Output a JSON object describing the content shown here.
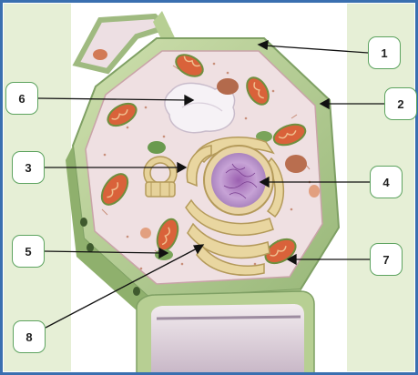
{
  "diagram": {
    "labels": [
      "1",
      "2",
      "3",
      "4",
      "5",
      "6",
      "7",
      "8"
    ]
  },
  "colors": {
    "border": "#3a6fb0",
    "side_panel": "#e6efd6",
    "cell_wall": "#b9cf96",
    "cell_wall_dark": "#7fa064",
    "cytoplasm": "#eedfe0",
    "nucleus": "#b88bc7",
    "golgi": "#e9d6a0",
    "mitochondria": "#d9623a",
    "chloroplast": "#7aa45a",
    "vacuole": "#f4f0f4",
    "callout_border": "#5da35f"
  }
}
